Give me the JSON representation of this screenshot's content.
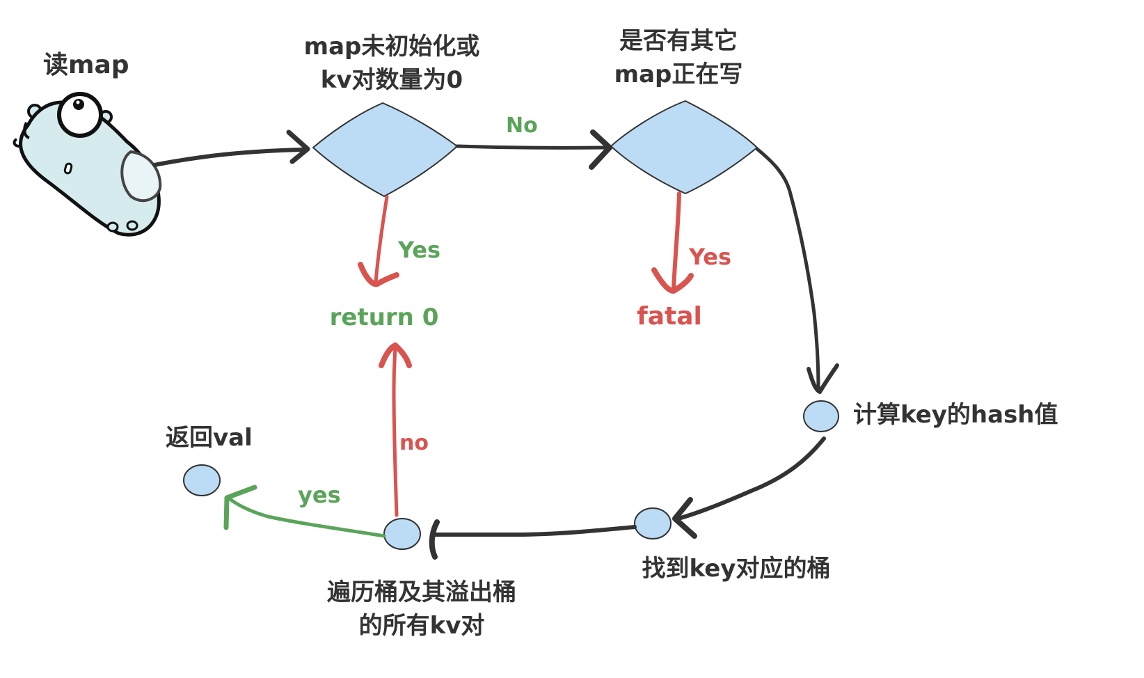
{
  "labels": {
    "start": "读map",
    "decision1_line1": "map未初始化或",
    "decision1_line2": "kv对数量为0",
    "decision2_line1": "是否有其它",
    "decision2_line2": "map正在写",
    "edge_no": "No",
    "edge_yes_1": "Yes",
    "edge_yes_2": "Yes",
    "return0": "return 0",
    "fatal": "fatal",
    "step_hash": "计算key的hash值",
    "step_bucket": "找到key对应的桶",
    "step_iterate_line1": "遍历桶及其溢出桶",
    "step_iterate_line2": "的所有kv对",
    "edge_no_lower": "no",
    "edge_yes_lower": "yes",
    "return_val": "返回val"
  },
  "colors": {
    "node_fill": "#bcdcf5",
    "stroke_dark": "#333333",
    "red": "#d9534f",
    "green": "#5aa45a",
    "gopher_body": "#d5ebee"
  },
  "icons": {
    "start_mascot": "gopher-mascot-icon"
  }
}
